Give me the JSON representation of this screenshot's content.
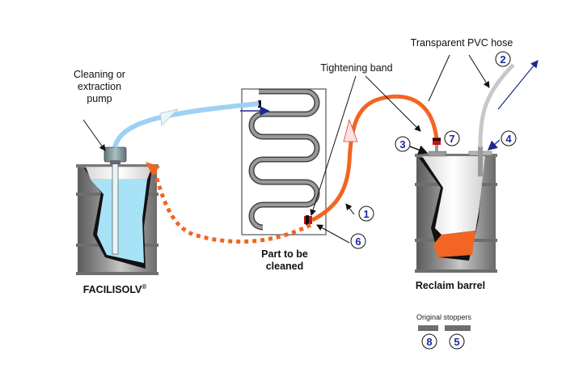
{
  "title": "Solvent recirculation cleaning setup",
  "labels": {
    "pump": [
      "Cleaning or",
      "extraction",
      "pump"
    ],
    "pvc_hose": "Transparent PVC hose",
    "tightening_band": "Tightening band",
    "part": [
      "Part to be",
      "cleaned"
    ],
    "facilisolv": "FACILISOLV",
    "facilisolv_mark": "®",
    "reclaim": "Reclaim barrel",
    "stoppers": "Original stoppers"
  },
  "callouts": [
    "1",
    "2",
    "3",
    "4",
    "5",
    "6",
    "7",
    "8"
  ],
  "colors": {
    "clean_hose": "#9fd0f5",
    "return_hose": "#f26522",
    "barrel": "#8c8c8c",
    "liquid": "#a8e2f7",
    "sludge": "#f26522",
    "callout_text": "#1b2a9c",
    "flow_arrow": "#1b2a8c"
  }
}
